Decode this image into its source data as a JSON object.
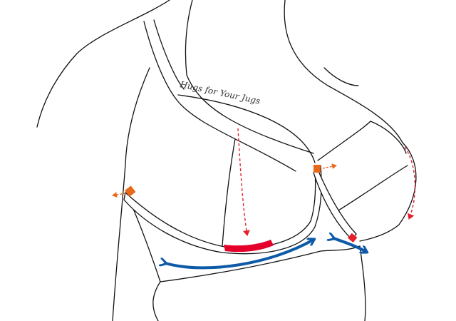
{
  "signature_text": "Hugs for Your Jugs",
  "colors": {
    "line": "#111111",
    "adjust_arrow_orange": "#e8691a",
    "marker_orange": "#e8691a",
    "dashed_arrow_red": "#e4202d",
    "highlight_red": "#e4002b",
    "band_arrow_blue": "#0d5aa7"
  },
  "icons": {
    "wire_end_left": "orange-square-marker",
    "wire_end_center": "orange-square-marker",
    "center_gore_point": "red-marker",
    "underwire_bottom": "red-highlight-segment",
    "sag_arrows": "dashed-red-curved-arrow",
    "shift_arrows": "dashed-orange-small-arrow",
    "band_arrows": "blue-double-headed-arc-arrow"
  }
}
